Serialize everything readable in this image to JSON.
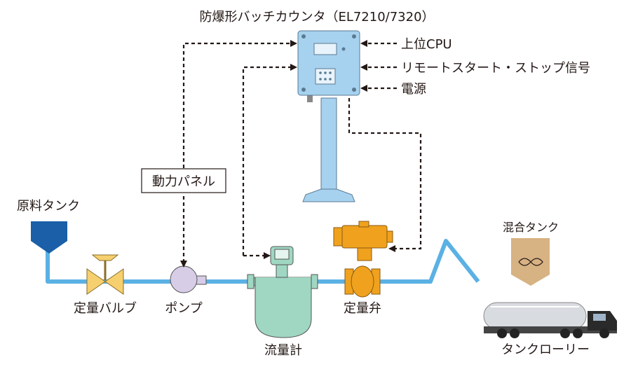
{
  "title": "防爆形バッチカウンタ（EL7210/7320）",
  "signals": {
    "upper_cpu": "上位CPU",
    "remote": "リモートスタート・ストップ信号",
    "power": "電源"
  },
  "panel_label": "動力パネル",
  "labels": {
    "raw_tank": "原料タンク",
    "valve": "定量バルブ",
    "pump": "ポンプ",
    "flowmeter": "流量計",
    "control_valve": "定量弁",
    "mixing_tank": "混合タンク",
    "tank_lorry": "タンクローリー"
  },
  "colors": {
    "pipe": "#5bb1e4",
    "counter_body": "#a7d2ef",
    "raw_tank": "#1a5fa8",
    "valve": "#f6d06e",
    "pump": "#d7cde6",
    "flowmeter": "#9fd7c2",
    "actuator": "#f0a21e",
    "mixing_tank": "#d7b283",
    "signal_line": "#231815"
  }
}
